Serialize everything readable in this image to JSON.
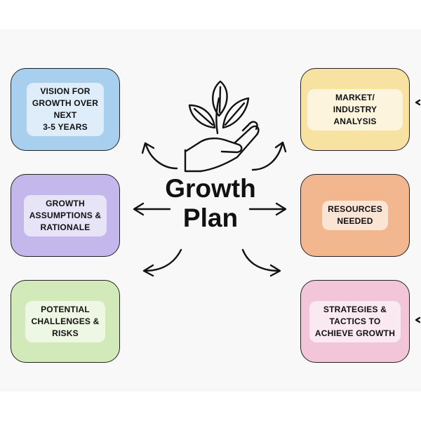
{
  "title": {
    "line1": "Growth",
    "line2": "Plan"
  },
  "boxes": {
    "vision": {
      "label": "VISION FOR\nGROWTH OVER\nNEXT\n3-5 YEARS",
      "color": "#a9cfee"
    },
    "assumptions": {
      "label": "GROWTH\nASSUMPTIONS &\nRATIONALE",
      "color": "#c3b7ec"
    },
    "challenges": {
      "label": "POTENTIAL\nCHALLENGES &\nRISKS",
      "color": "#d2e9b9"
    },
    "market": {
      "label": "MARKET/ INDUSTRY\nANALYSIS",
      "color": "#f7e2a2"
    },
    "resources": {
      "label": "RESOURCES\nNEEDED",
      "color": "#f2b78e"
    },
    "strategies": {
      "label": "STRATEGIES &\nTACTICS TO\nACHIEVE GROWTH",
      "color": "#f2c6d8"
    }
  },
  "icons": {
    "central": "hand-holding-plant-icon"
  }
}
